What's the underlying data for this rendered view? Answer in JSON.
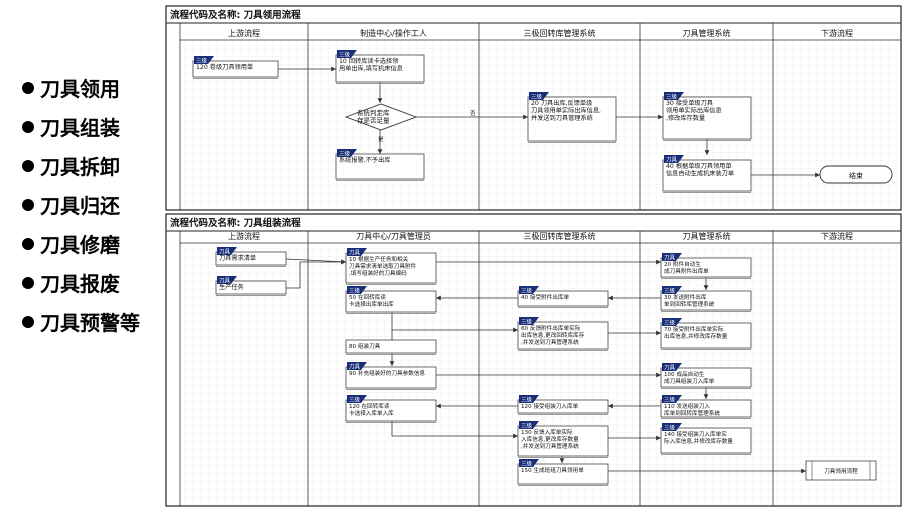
{
  "left_list": [
    "刀具领用",
    "刀具组装",
    "刀具拆卸",
    "刀具归还",
    "刀具修磨",
    "刀具报废",
    "刀具预警等"
  ],
  "tag": "三级",
  "tag_alt": "刀具",
  "yes_label": "否",
  "no_label": "是",
  "flow1": {
    "title": "流程代码及名称: 刀具领用流程",
    "lanes": [
      "上游流程",
      "制造中心/操作工人",
      "三极回转库管理系统",
      "刀具管理系统",
      "下游流程"
    ],
    "start_box": "120 卷级刀具领用单",
    "box10": "10 回转库读卡选择领用单出库,填写机床信息",
    "decision": "系统判定库存是否足量",
    "box_alarm": "系统报警,不予出库",
    "box20": "20 刀具出库,反馈单级刀具领用单实际出库信息,并发送到刀具管理系统",
    "box30": "30 接受单级刀具领用单实际出库信息,修改库存数量",
    "box40": "40 根据单级刀具领用单信息自动生成机床装刀单",
    "end": "结束"
  },
  "flow2": {
    "title": "流程代码及名称: 刀具组装流程",
    "lanes": [
      "上游流程",
      "刀具中心/刀具管理员",
      "三极回转库管理系统",
      "刀具管理系统",
      "下游流程"
    ],
    "up1": "刀具需求清单",
    "up2": "生产任务",
    "b10": "10 根据生产任务和相关刀具需求清单选取刀具附件,填写组装好的刀具编码",
    "b20": "20 附件自动生成刀具附件出库单",
    "b30": "30 发送附件出库单到回转库管理系统",
    "b40": "40 接受附件出库单",
    "b50": "50 在回转库读卡选择出库单出库",
    "b60": "60 反馈附件出库单实际出库信息,更改回转库库存,并发送到刀具管理系统",
    "b70": "70 接受附件出库单实际出库信息,并修改库存数量",
    "b80": "80 组装刀具",
    "b90": "90 补充组装好的刀具参数信息",
    "b100": "100 成品自动生成刀具组装刀入库单",
    "b110": "110 发送组装刀入库单到回转库管理系统",
    "b120a": "120 接受组装刀入库单",
    "b120b": "120 在回转库读卡选择入库单入库",
    "b130": "130 反馈入库单实际入库信息,更改库存数量,并发送到刀具管理系统",
    "b140": "140 接受组装刀入库单实际入库信息,并修改库存数量",
    "b150": "150 生成班组刀具领用单",
    "down": "刀具领用流程"
  }
}
